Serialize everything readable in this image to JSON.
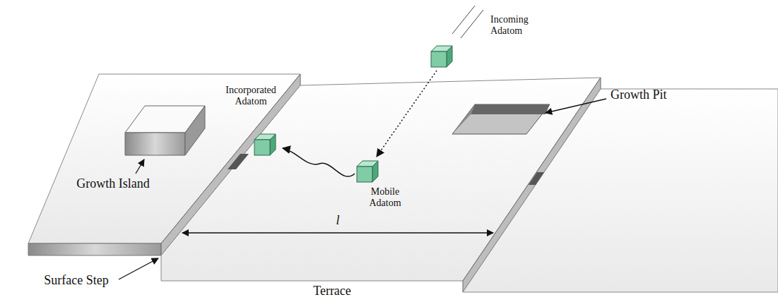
{
  "diagram": {
    "labels": [
      "Incoming Adatom",
      "Incorporated Adatom",
      "Growth Pit",
      "Growth Island",
      "Mobile Adatom",
      "l",
      "Terrace",
      "Surface Step"
    ]
  }
}
